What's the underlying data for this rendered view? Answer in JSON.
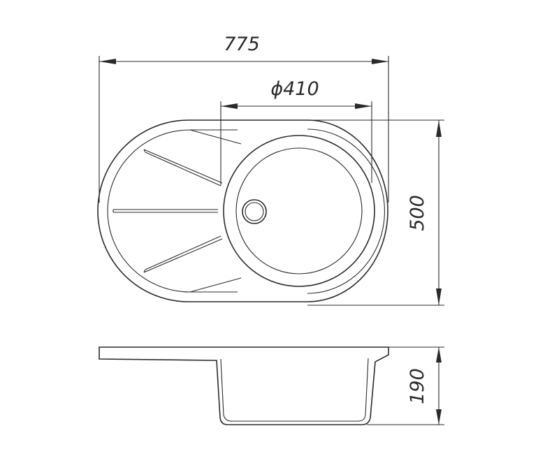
{
  "drawing": {
    "dimensions": {
      "overall_width": "775",
      "bowl_diameter": "ϕ410",
      "overall_depth": "500",
      "bowl_height": "190"
    },
    "line_color": "#2a2a2a",
    "background": "#ffffff"
  }
}
